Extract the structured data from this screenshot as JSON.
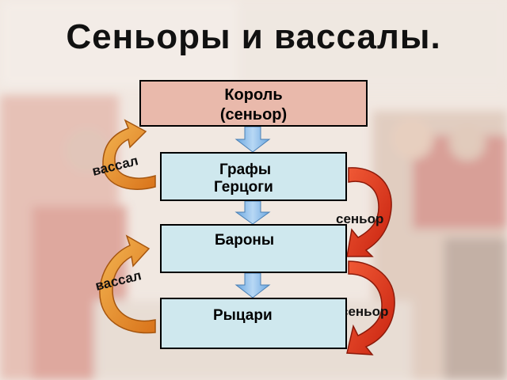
{
  "slide": {
    "title": "Сеньоры и вассалы."
  },
  "hierarchy": {
    "king": {
      "line1": "Король",
      "line2": "(сеньор)"
    },
    "counts": {
      "line1": "Графы",
      "line2": "Герцоги"
    },
    "barons": {
      "label": "Бароны"
    },
    "knights": {
      "label": "Рыцари"
    }
  },
  "side_arrows": {
    "vassal_upper": "вассал",
    "vassal_lower": "вассал",
    "seigneur_upper": "сеньор",
    "seigneur_lower": "сеньор"
  },
  "colors": {
    "king_box": "#e9b9ab",
    "level_box": "#cfe8ee",
    "down_arrow": "#8fbfe9",
    "vassal_arrow": "#e08a1c",
    "seigneur_arrow": "#d8331a"
  }
}
